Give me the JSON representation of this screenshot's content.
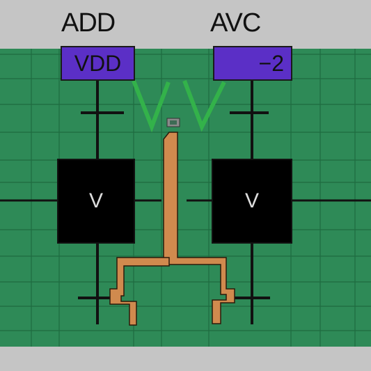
{
  "labels": {
    "left_top": "ADD",
    "right_top": "AVC",
    "left_box": "VDD",
    "right_box": "−2",
    "left_chip": "V",
    "right_chip": "V"
  },
  "colors": {
    "background": "#c5c5c5",
    "board": "#2e8a57",
    "grid": "#1f6b40",
    "label_box": "#5b2fc6",
    "chip": "#000000",
    "trace": "#d08a4e",
    "v_mark": "#33b24a"
  },
  "icons": {
    "center_v_mark": "v-shape-glyph",
    "small_component": "sensor-chip-icon"
  }
}
